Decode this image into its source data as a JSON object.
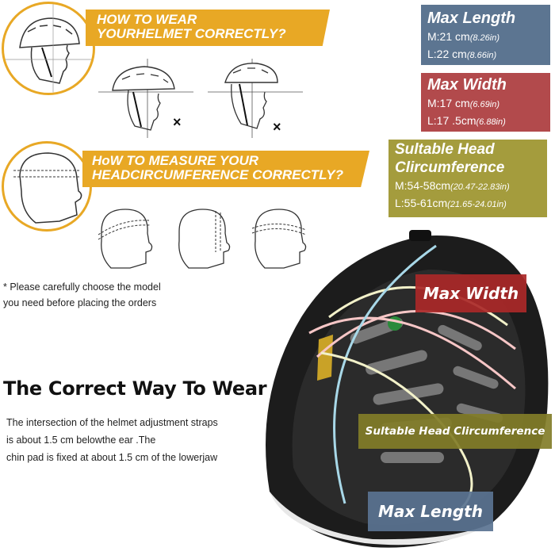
{
  "wear_banner": {
    "line1": "HOW TO WEAR",
    "line2": "YOURHELMET CORRECTLY?"
  },
  "measure_banner": {
    "line1": "HoW TO MEASURE YOUR",
    "line2": "HEADCIRCUMFERENCE CORRECTLY?"
  },
  "wrong_marks": [
    "×",
    "×"
  ],
  "specs": {
    "max_length": {
      "title": "Max Length",
      "m_label": "M:21 cm",
      "m_in": "(8.26in)",
      "l_label": "L:22 cm",
      "l_in": "(8.66in)",
      "color": "#5c7591"
    },
    "max_width": {
      "title": "Max Width",
      "m_label": "M:17 cm",
      "m_in": "(6.69in)",
      "l_label": "L:17 .5cm",
      "l_in": "(6.88in)",
      "color": "#b24a4c"
    },
    "head_circ": {
      "title_line1": "Sultable Head",
      "title_line2": "Clircumference",
      "m_label": "M:54-58cm",
      "m_in": "(20.47-22.83in)",
      "l_label": "L:55-61cm",
      "l_in": "(21.65-24.01in)",
      "color": "#a49c3d"
    }
  },
  "note": {
    "line1": "* Please carefully choose the model",
    "line2": "you need before placing the orders"
  },
  "correct_way": {
    "title": "The Correct Way To Wear",
    "line1": "The intersection of the helmet adjustment straps",
    "line2": "is about 1.5 cm belowthe ear .The",
    "line3": "chin pad is fixed at about 1.5 cm of the lowerjaw"
  },
  "helmet_tags": {
    "width": "Max Width",
    "circ": "Sultable Head Clircumference",
    "length": "Max Length"
  },
  "colors": {
    "gold": "#e8a825",
    "blue": "#5c7591",
    "red": "#b24a4c",
    "olive": "#a49c3d"
  }
}
